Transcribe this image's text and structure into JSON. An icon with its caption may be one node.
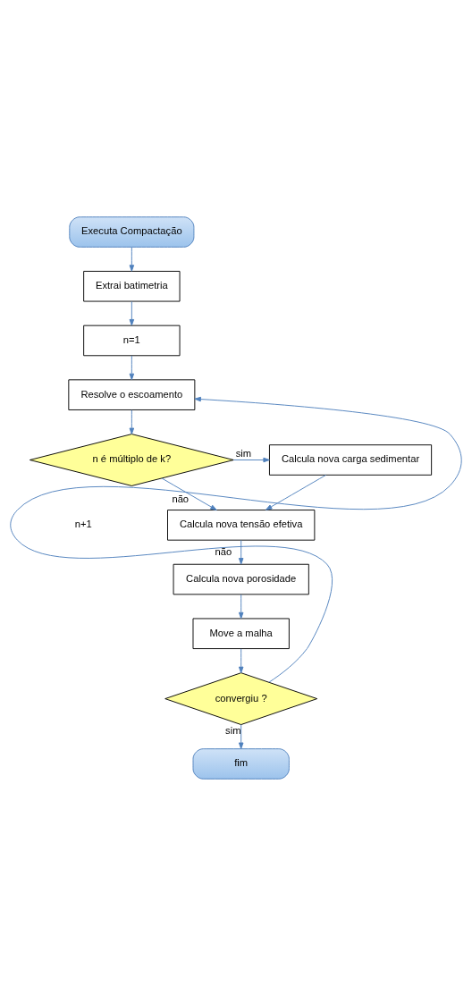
{
  "diagram": {
    "nodes": [
      {
        "text": [
          "Executa Compactação"
        ]
      },
      {
        "text": [
          "Extrai batimetria"
        ]
      },
      {
        "text": [
          "n=1"
        ]
      },
      {
        "text": [
          "Resolve o escoamento"
        ]
      },
      {
        "text": [
          "n é múltiplo de k?"
        ]
      },
      {
        "text": [
          "Calcula nova carga sedimentar"
        ]
      },
      {
        "text": [
          "Calcula nova tensão efetiva"
        ]
      },
      {
        "text": [
          "Calcula nova porosidade"
        ]
      },
      {
        "text": [
          "Move a malha"
        ]
      },
      {
        "text": [
          "convergiu ?"
        ]
      },
      {
        "text": [
          "fim"
        ]
      }
    ],
    "edges": [
      {
        "from": 0,
        "to": 1,
        "arrow": "to"
      },
      {
        "from": 1,
        "to": 2,
        "arrow": "to"
      },
      {
        "from": 2,
        "to": 3,
        "arrow": "to"
      },
      {
        "from": 3,
        "to": 4,
        "arrow": "to"
      },
      {
        "from": 4,
        "to": 5,
        "arrow": "to",
        "label": "sim"
      },
      {
        "from": 4,
        "to": 6,
        "arrow": "to",
        "label": "não"
      },
      {
        "from": 5,
        "to": 6,
        "arrow": "to"
      },
      {
        "from": 6,
        "to": 7,
        "arrow": "to"
      },
      {
        "from": 7,
        "to": 8,
        "arrow": "to"
      },
      {
        "from": 8,
        "to": 9,
        "arrow": "to"
      },
      {
        "from": 9,
        "to": 3,
        "arrow": "to",
        "label": "não"
      },
      {
        "from": 9,
        "to": 10,
        "arrow": "to",
        "label": "sim"
      }
    ],
    "labels": [
      "n+1"
    ]
  }
}
